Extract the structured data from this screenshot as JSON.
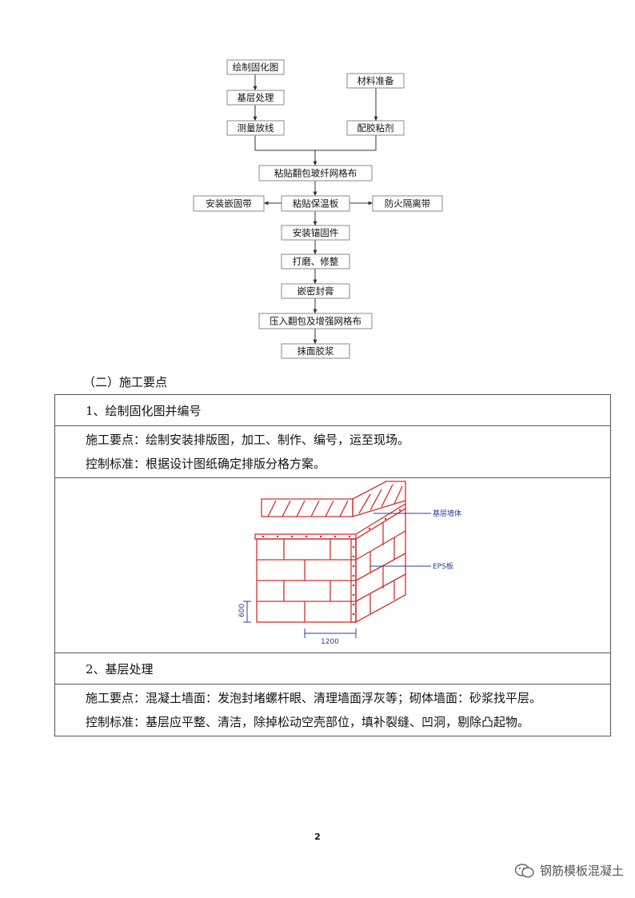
{
  "flowchart": {
    "nodes": {
      "draw": "绘制固化图",
      "base": "基层处理",
      "measure": "测量放线",
      "material": "材料准备",
      "glue": "配胶粘剂",
      "mesh_wrap": "粘贴翻包玻纤网格布",
      "left": "安装嵌固带",
      "board": "粘贴保温板",
      "right": "防火隔离带",
      "anchor": "安装锚固件",
      "grind": "打磨、修整",
      "seal": "嵌密封膏",
      "press": "压入翻包及增强网格布",
      "plaster": "抹面胶浆"
    }
  },
  "section_heading": "（二）施工要点",
  "items": [
    {
      "title": "1、绘制固化图并编号",
      "key_points": "施工要点：绘制安装排版图，加工、制作、编号，运至现场。",
      "standard": "控制标准：根据设计图纸确定排版分格方案。",
      "figure": {
        "label_wall": "基层墙体",
        "label_eps": "EPS板",
        "dim_height": "600",
        "dim_width": "1200"
      }
    },
    {
      "title": "2、基层处理",
      "key_points": "施工要点：混凝土墙面：发泡封堵螺杆眼、清理墙面浮灰等；砌体墙面：砂浆找平层。",
      "standard": "控制标准：基层应平整、清洁，除掉松动空壳部位，填补裂缝、凹洞，剔除凸起物。"
    }
  ],
  "page_number": "2",
  "watermark": "钢筋模板混凝土",
  "colors": {
    "brick": "#d62d2d",
    "annotation": "#2a3f9e",
    "box_border": "#8a8a8a"
  }
}
